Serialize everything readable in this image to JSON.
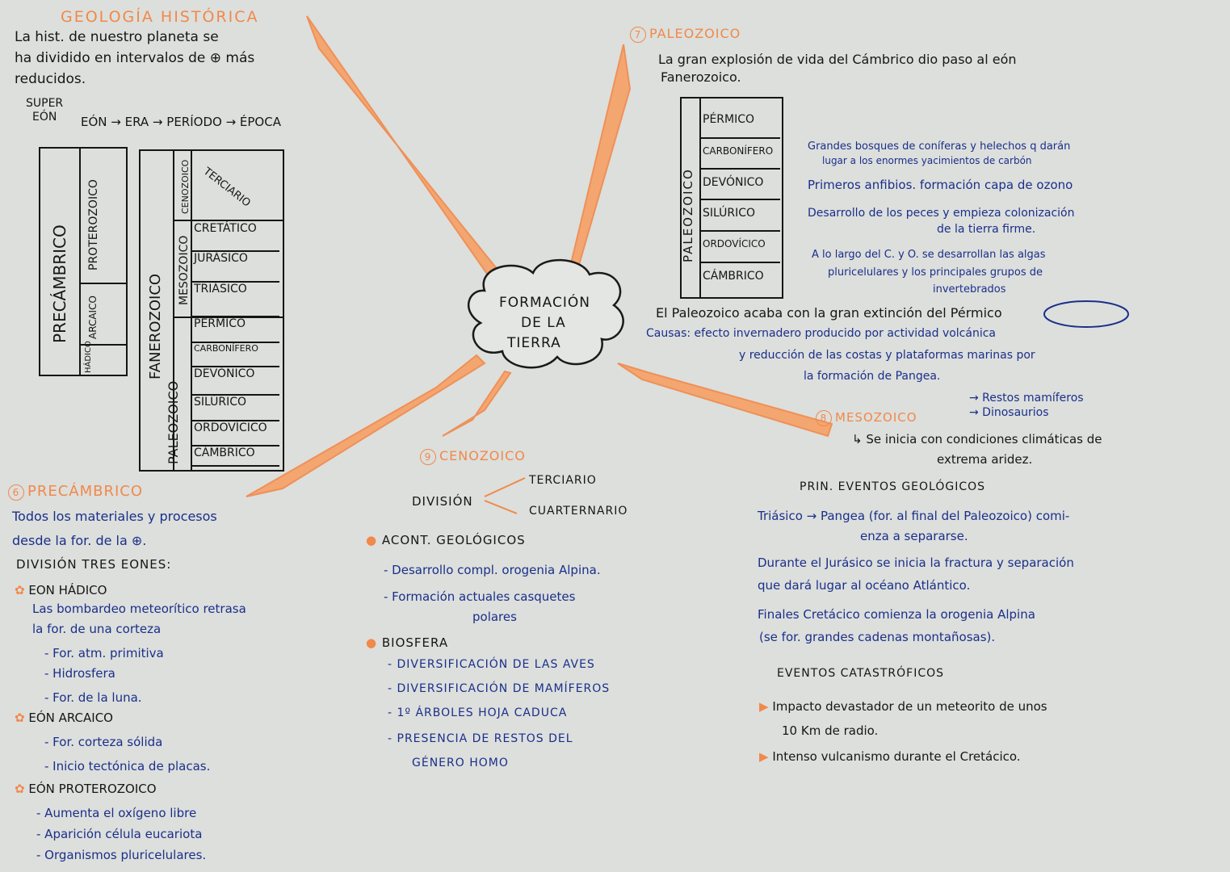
{
  "center": {
    "line1": "FORMACIÓN",
    "line2": "DE LA",
    "line3": "TIERRA"
  },
  "geologia": {
    "title": "GEOLOGÍA HISTÓRICA",
    "intro1": "La hist. de nuestro planeta se",
    "intro2": "ha dividido en intervalos de ⊕ más",
    "intro3": "reducidos.",
    "super1": "SUPER",
    "super2": "EÓN",
    "chain": "EÓN → ERA → PERÍODO → ÉPOCA",
    "precambrico": "PRECÁMBRICO",
    "proterozoico": "PROTEROZOICO",
    "arcaico": "ARCAICO",
    "hadico": "HÁDICO",
    "fanerozoico": "FANEROZOICO",
    "cenozoico": "CENOZOICO",
    "mesozoico": "MESOZOICO",
    "paleozoico": "PALEOZOICO",
    "terciario": "TERCIARIO",
    "periods": [
      "CRETÁTICO",
      "JURÁSICO",
      "TRIÁSICO",
      "PÉRMICO",
      "CARBONÍFERO",
      "DEVÓNICO",
      "SILÚRICO",
      "ORDOVÍCICO",
      "CÁMBRICO"
    ]
  },
  "precambrico": {
    "num": "6",
    "title": "PRECÁMBRICO",
    "l1": "Todos los materiales y procesos",
    "l2": "desde la for. de la ⊕.",
    "l3": "DIVISIÓN TRES EONES:",
    "hadico": "EON HÁDICO",
    "h1": "Las bombardeo meteorítico retrasa",
    "h2": "la for. de una corteza",
    "h3": "- For. atm. primitiva",
    "h4": "- Hidrosfera",
    "h5": "- For. de la luna.",
    "arcaico": "EÓN ARCAICO",
    "a1": "- For. corteza sólida",
    "a2": "- Inicio tectónica de placas.",
    "proterozoico": "EÓN PROTEROZOICO",
    "p1": "- Aumenta el oxígeno libre",
    "p2": "- Aparición célula eucariota",
    "p3": "- Organismos pluricelulares."
  },
  "cenozoico": {
    "num": "9",
    "title": "CENOZOICO",
    "division": "DIVISIÓN",
    "terciario": "TERCIARIO",
    "cuaternario": "CUARTERNARIO",
    "acont": "ACONT. GEOLÓGICOS",
    "ac1": "- Desarrollo compl. orogenia Alpina.",
    "ac2": "- Formación actuales casquetes",
    "ac3": "polares",
    "biosfera": "BIOSFERA",
    "b1": "- DIVERSIFICACIÓN DE LAS AVES",
    "b2": "- DIVERSIFICACIÓN DE MAMÍFEROS",
    "b3": "- 1º ÁRBOLES HOJA CADUCA",
    "b4": "- PRESENCIA DE RESTOS DEL",
    "b5": "GÉNERO HOMO"
  },
  "paleozoico": {
    "num": "7",
    "title": "PALEOZOICO",
    "l1": "La gran explosión de vida del Cámbrico dio paso al eón",
    "l2": "Fanerozoico.",
    "side": "PALEOZOICO",
    "periods": [
      "PÉRMICO",
      "CARBONÍFERO",
      "DEVÓNICO",
      "SILÚRICO",
      "ORDOVÍCICO",
      "CÁMBRICO"
    ],
    "n1a": "Grandes bosques de coníferas y helechos q darán",
    "n1b": "lugar a los enormes yacimientos de carbón",
    "n2": "Primeros anfibios. formación capa de ozono",
    "n3a": "Desarrollo de los peces y empieza colonización",
    "n3b": "de la tierra firme.",
    "n4a": "A lo largo del C. y O. se desarrollan las algas",
    "n4b": "pluricelulares y los principales grupos de",
    "n4c": "invertebrados",
    "end1": "El Paleozoico acaba con la gran extinción del Pérmico",
    "end2": "Causas: efecto invernadero producido por actividad volcánica",
    "end3": "y reducción de las costas y plataformas marinas por",
    "end4": "la formación de Pangea."
  },
  "mesozoico": {
    "num": "8",
    "title": "MESOZOICO",
    "r1": "→ Restos mamíferos",
    "r2": "→ Dinosaurios",
    "l1": "↳ Se inicia con condiciones climáticas de",
    "l2": "extrema aridez.",
    "prin": "PRIN. EVENTOS GEOLÓGICOS",
    "e1a": "Triásico → Pangea (for. al final del Paleozoico) comi-",
    "e1b": "enza a separarse.",
    "e2a": "Durante el Jurásico se inicia la fractura y separación",
    "e2b": "que dará lugar al océano Atlántico.",
    "e3a": "Finales Cretácico comienza la orogenia Alpina",
    "e3b": "(se for. grandes cadenas montañosas).",
    "cat": "EVENTOS CATASTRÓFICOS",
    "c1a": "Impacto devastador de un meteorito de unos",
    "c1b": "10 Km de radio.",
    "c2": "Intenso vulcanismo durante el Cretácico."
  },
  "colors": {
    "orange": "#f2884a",
    "blue_ink": "#1b2f8a",
    "black_ink": "#161616",
    "paper": "#dcdfdc",
    "background": "#c9405a"
  }
}
